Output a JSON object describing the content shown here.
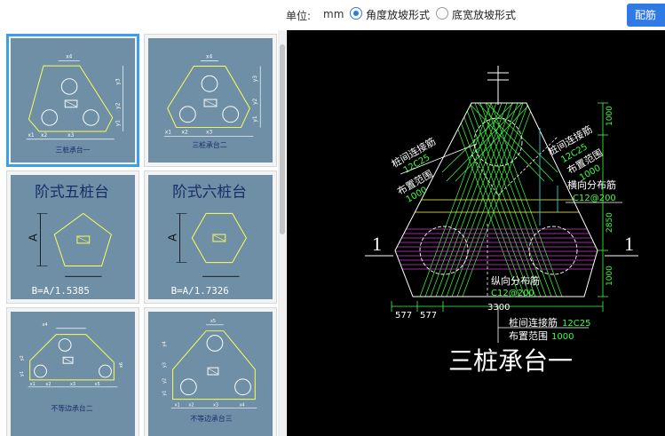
{
  "toolbar": {
    "unit_label": "单位:",
    "unit_value": "mm",
    "options": [
      {
        "label": "角度放坡形式",
        "checked": true
      },
      {
        "label": "底宽放坡形式",
        "checked": false
      }
    ],
    "primary_button_label": "配筋"
  },
  "thumbnails": [
    {
      "name": "三桩承台一",
      "selected": true,
      "labels": [
        "x4",
        "y3",
        "y2",
        "y1",
        "x1",
        "x2",
        "x3"
      ]
    },
    {
      "name": "三桩承台二",
      "selected": false,
      "labels": [
        "x4",
        "y3",
        "y2",
        "y1",
        "x1",
        "x2",
        "x3"
      ]
    },
    {
      "name": "阶式五桩台",
      "selected": false,
      "labels": [
        "A",
        "B=A/1.5385"
      ]
    },
    {
      "name": "阶式六桩台",
      "selected": false,
      "labels": [
        "A",
        "B=A/1.7326"
      ]
    },
    {
      "name": "不等边承台二",
      "selected": false,
      "labels": [
        "x4",
        "y2",
        "y1",
        "x1",
        "x2",
        "x3",
        "x5",
        "x6"
      ]
    },
    {
      "name": "不等边承台三",
      "selected": false,
      "labels": [
        "x5",
        "y4",
        "y3",
        "y2",
        "y1",
        "x1",
        "x2",
        "x3",
        "x4"
      ]
    }
  ],
  "preview": {
    "title": "三桩承台一",
    "section_marks": [
      "1",
      "1"
    ],
    "annotations": {
      "left_rebar_1": "桩间连接筋",
      "left_rebar_2": "12C25",
      "left_range_1": "布置范围",
      "left_range_2": "1000",
      "right_rebar_1": "桩间连接筋",
      "right_rebar_2": "12C25",
      "right_range_1": "布置范围",
      "right_range_2": "1000",
      "transverse_1": "横向分布筋",
      "transverse_2": "C12@200",
      "longitudinal_1": "纵向分布筋",
      "longitudinal_2": "C12@200",
      "bottom_rebar_1": "桩间连接筋",
      "bottom_rebar_2": "12C25",
      "bottom_range_1": "布置范围",
      "bottom_range_2": "1000"
    },
    "dimensions": {
      "left": "577",
      "mid": "577",
      "width": "3300",
      "v_top": "1000",
      "v_mid": "2850",
      "v_bot": "1000"
    },
    "colors": {
      "outline": "#ffffff",
      "green": "#3fff3f",
      "yellow": "#ffff55",
      "magenta": "#d23cd2",
      "cyan": "#23d6d6"
    }
  }
}
